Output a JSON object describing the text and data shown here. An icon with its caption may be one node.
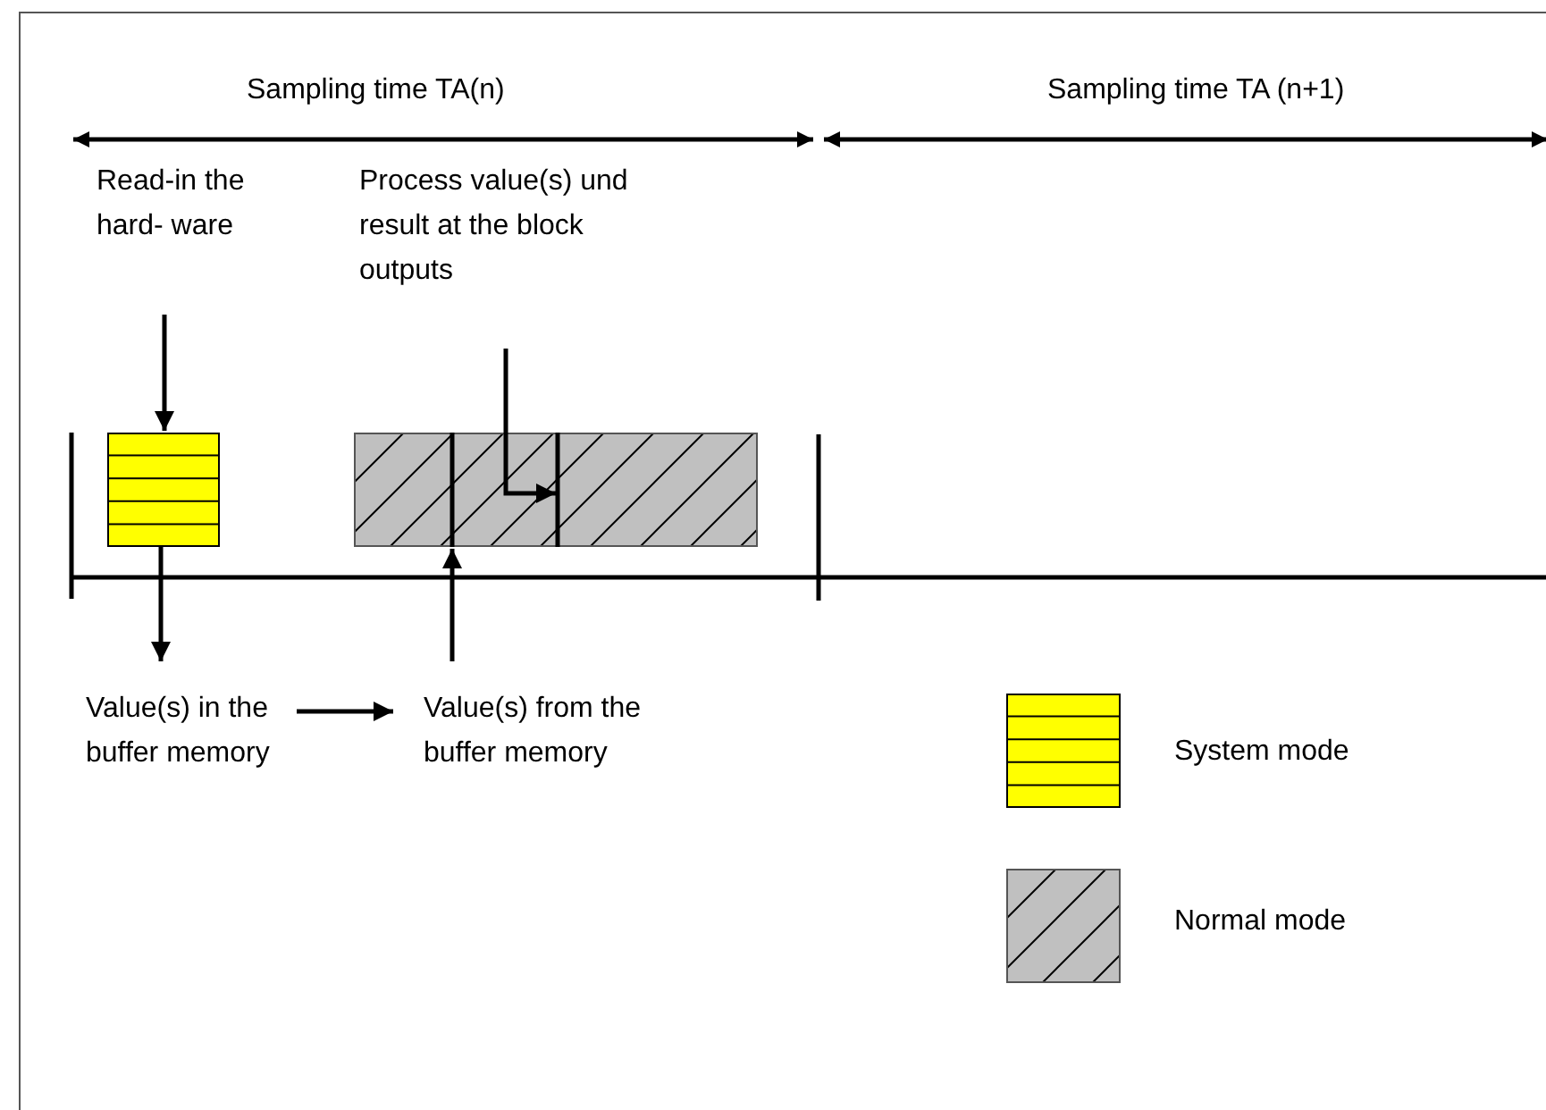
{
  "diagram": {
    "nodes": [
      {
        "text": [
          "Read-in the hard- ware"
        ]
      },
      {
        "text": [
          "Process value(s) und result at the block outputs"
        ]
      },
      {
        "text": [],
        "shape": "box"
      },
      {
        "text": [],
        "shape": "box"
      },
      {
        "text": [
          "Value(s) in the buffer memory"
        ]
      },
      {
        "text": [
          "Value(s) from the buffer memory"
        ]
      }
    ],
    "edges": [
      {
        "from": 0,
        "to": 2,
        "arrow": "to"
      },
      {
        "from": 2,
        "to": 4,
        "arrow": "to"
      },
      {
        "from": 4,
        "to": 5,
        "arrow": "to"
      },
      {
        "from": 5,
        "to": 3,
        "arrow": "to"
      },
      {
        "from": 1,
        "to": 3,
        "arrow": "to"
      }
    ],
    "labels": [
      "Sampling time TA(n)",
      "Sampling time TA (n+1)"
    ],
    "legend": [
      {
        "text": "System mode",
        "color": "#ffff00"
      },
      {
        "text": "Normal mode"
      }
    ]
  }
}
